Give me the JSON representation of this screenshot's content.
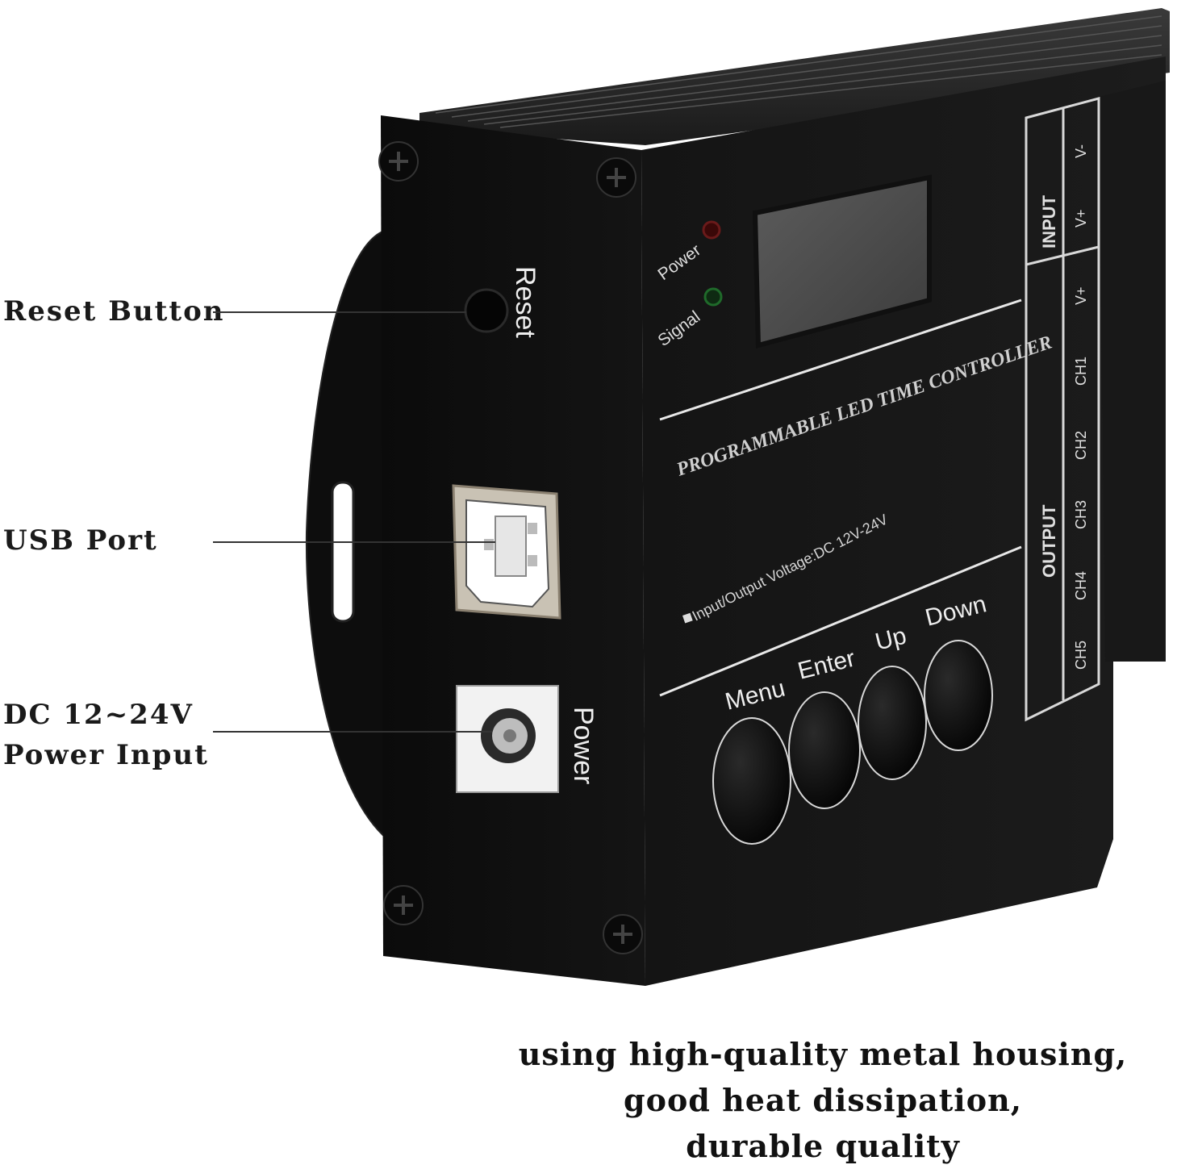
{
  "callouts": {
    "reset": "Reset Button",
    "usb": "USB Port",
    "power_line1": "DC 12~24V",
    "power_line2": "Power Input"
  },
  "device": {
    "side_labels": {
      "reset": "Reset",
      "power": "Power"
    },
    "indicators": {
      "power": "Power",
      "signal": "Signal"
    },
    "product_name": "PROGRAMMABLE  LED  TIME  CONTROLLER",
    "voltage_note": "Input/Output Voltage:DC 12V-24V",
    "buttons": [
      "Menu",
      "Enter",
      "Up",
      "Down"
    ],
    "terminal_groups": {
      "input": "INPUT",
      "output": "OUTPUT"
    },
    "input_terminals": [
      "V-",
      "V+"
    ],
    "output_terminals": [
      "V+",
      "CH1",
      "CH2",
      "CH3",
      "CH4",
      "CH5"
    ]
  },
  "caption": {
    "line1": "using high-quality metal housing,",
    "line2": "good heat dissipation,",
    "line3": "durable quality"
  }
}
